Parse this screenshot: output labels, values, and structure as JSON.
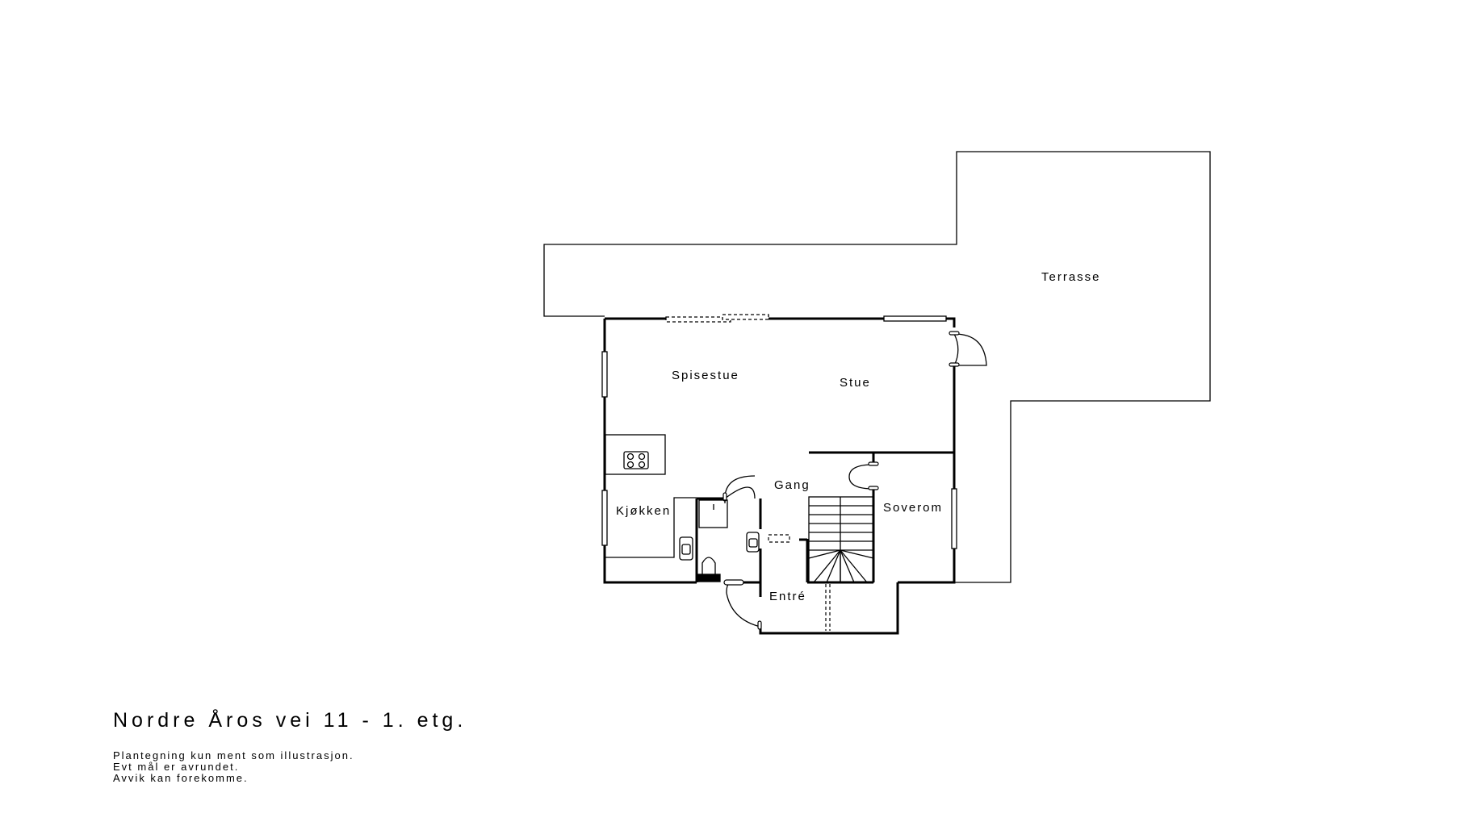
{
  "plan": {
    "rooms": {
      "terrasse": "Terrasse",
      "spisestue": "Spisestue",
      "stue": "Stue",
      "gang": "Gang",
      "kjokken": "Kjøkken",
      "soverom": "Soverom",
      "entre": "Entré"
    }
  },
  "caption": {
    "title": "Nordre Åros vei 11 - 1. etg.",
    "notes": [
      "Plantegning kun ment som illustrasjon.",
      "Evt mål er avrundet.",
      "Avvik kan forekomme."
    ]
  },
  "colors": {
    "line": "#000000",
    "background": "#ffffff"
  }
}
